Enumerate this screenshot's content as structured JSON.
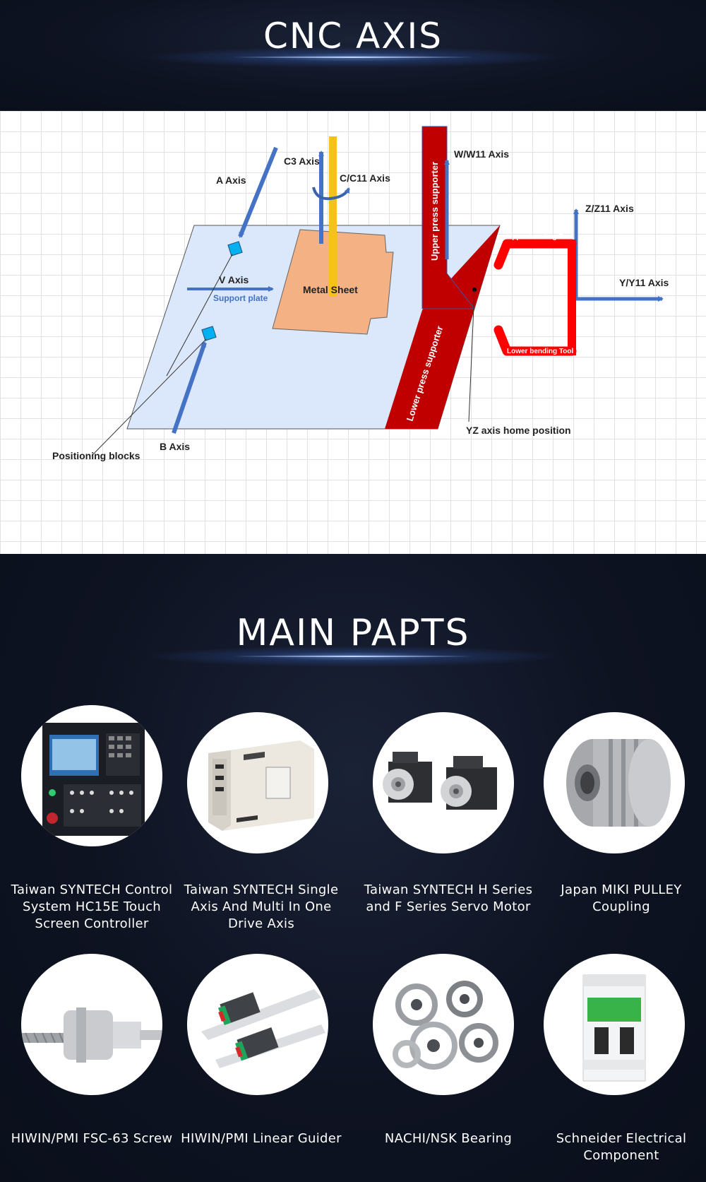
{
  "header": {
    "title": "CNC AXIS"
  },
  "diagram": {
    "labels": {
      "a_axis": "A Axis",
      "b_axis": "B Axis",
      "c3_axis": "C3 Axis",
      "c_axis": "C/C11 Axis",
      "v_axis": "V Axis",
      "support_plate": "Support plate",
      "metal_sheet": "Metal Sheet",
      "positioning_blocks": "Positioning blocks",
      "upper_press": "Upper press supporter",
      "lower_press": "Lower press supporter",
      "w_axis": "W/W11 Axis",
      "z_axis": "Z/Z11 Axis",
      "y_axis": "Y/Y11 Axis",
      "upper_tool": "Upper bending Tool",
      "lower_tool": "Lower bending Tool",
      "home": "YZ axis home position"
    },
    "colors": {
      "axis_blue": "#4472c4",
      "plate": "#dbe7fb",
      "sheet": "#f4b183",
      "press": "#c00000",
      "tool": "#ff0000",
      "rod": "#f5c21b"
    }
  },
  "parts_section": {
    "title": "MAIN PAPTS"
  },
  "parts": [
    {
      "label": "Taiwan SYNTECH Control System HC15E Touch Screen Controller",
      "image": "cnc-controller-image"
    },
    {
      "label": "Taiwan SYNTECH Single Axis And Multi In One Drive Axis",
      "image": "servo-drive-image"
    },
    {
      "label": "Taiwan SYNTECH H Series and F Series Servo Motor",
      "image": "servo-motor-image"
    },
    {
      "label": "Japan MIKI PULLEY Coupling",
      "image": "coupling-image"
    },
    {
      "label": "HIWIN/PMI FSC-63 Screw",
      "image": "ball-screw-image"
    },
    {
      "label": "HIWIN/PMI Linear Guider",
      "image": "linear-guide-image"
    },
    {
      "label": "NACHI/NSK Bearing",
      "image": "bearing-image"
    },
    {
      "label": "Schneider Electrical Component",
      "image": "circuit-breaker-image"
    }
  ]
}
